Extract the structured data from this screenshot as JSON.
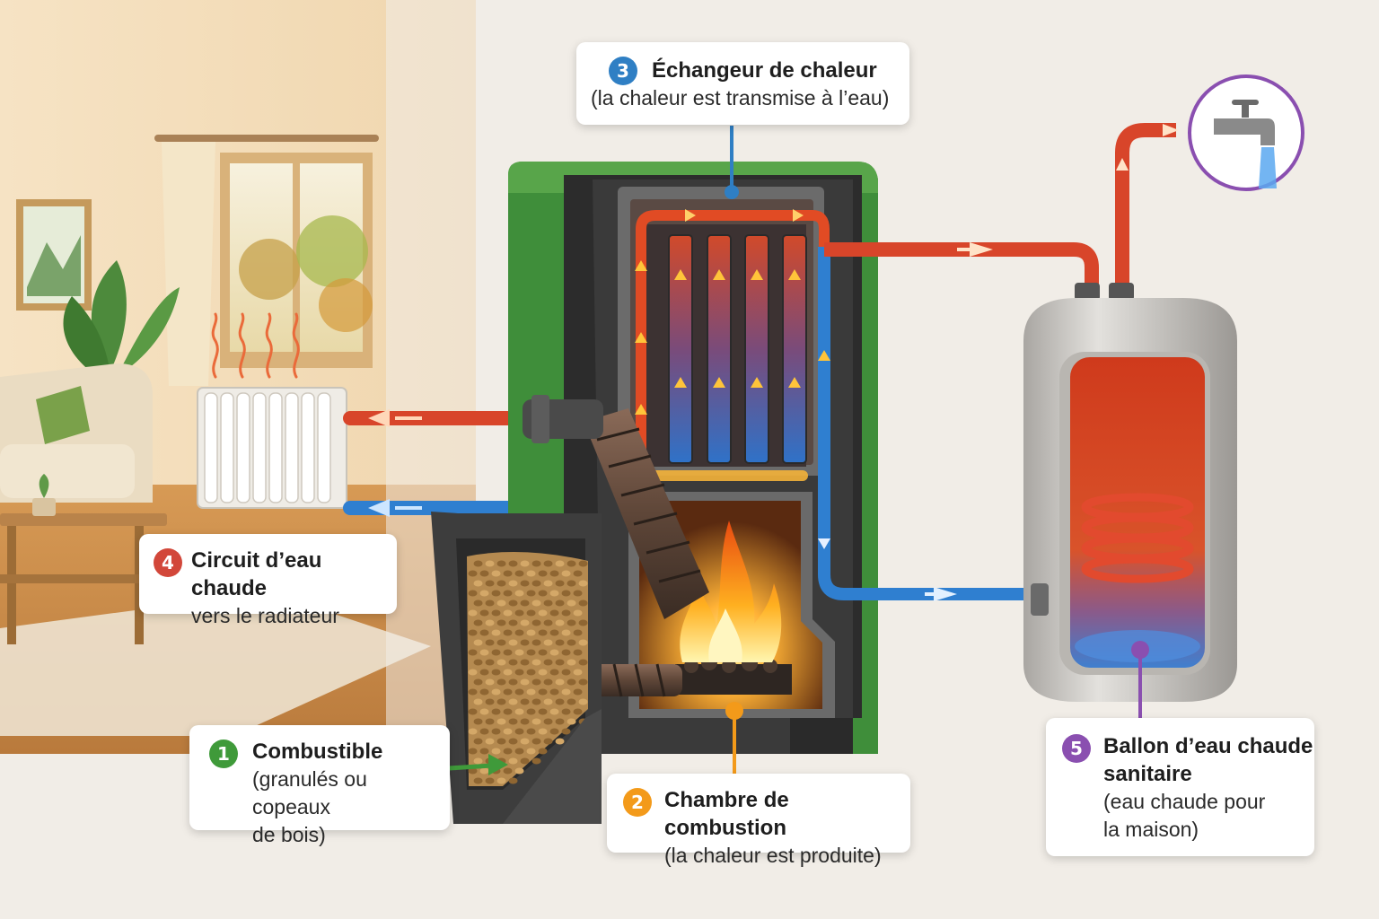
{
  "diagram": {
    "colors": {
      "hot_pipe": "#d8452a",
      "cold_pipe": "#2f7fd0",
      "boiler_shell": "#3f8e3a",
      "fire": "#ff8a1c",
      "fuel_accent": "#3f9a3a",
      "combustion_accent": "#f39a1a",
      "exchanger_accent": "#2f7fc4",
      "circuit_accent": "#d2473a",
      "tank_accent": "#8a4fb0"
    },
    "icons": [
      "radiator-icon",
      "water-tap-icon",
      "flame-icon",
      "pellet-hopper-icon",
      "hot-water-tank-icon"
    ],
    "callouts": [
      {
        "number": "1",
        "title": "Combustible",
        "lines": [
          "(granulés ou copeaux",
          "de bois)"
        ]
      },
      {
        "number": "2",
        "title": "Chambre de combustion",
        "lines": [
          "(la chaleur est produite)"
        ]
      },
      {
        "number": "3",
        "title": "Échangeur de chaleur",
        "lines": [
          "(la chaleur est transmise à l’eau)"
        ]
      },
      {
        "number": "4",
        "title": "Circuit d’eau chaude",
        "lines": [
          "vers le radiateur"
        ]
      },
      {
        "number": "5",
        "title": "Ballon d’eau chaude",
        "lines": [
          "sanitaire",
          "(eau chaude pour",
          "la maison)"
        ]
      }
    ]
  }
}
